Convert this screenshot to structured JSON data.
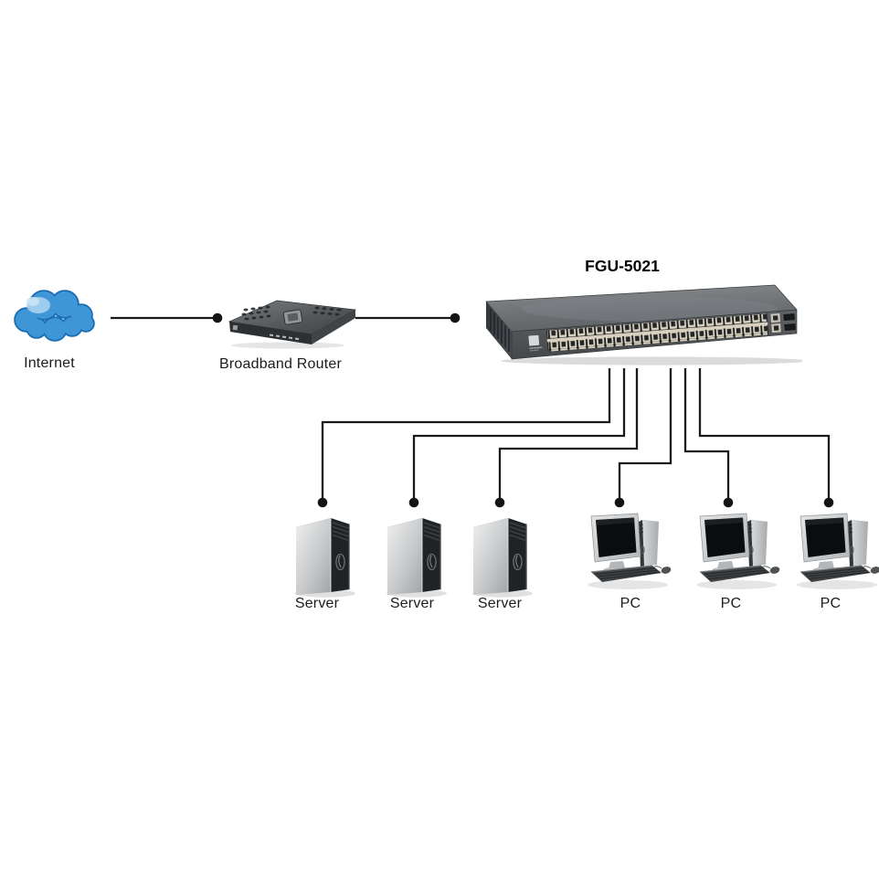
{
  "diagram": {
    "title": "FGU-5021",
    "internet": {
      "label": "Internet",
      "type": "cloud"
    },
    "router": {
      "label": "Broadband Router",
      "type": "broadband-router"
    },
    "switch": {
      "model": "FGU-5021",
      "type": "48-port-rack-switch"
    },
    "servers": [
      {
        "label": "Server"
      },
      {
        "label": "Server"
      },
      {
        "label": "Server"
      }
    ],
    "pcs": [
      {
        "label": "PC"
      },
      {
        "label": "PC"
      },
      {
        "label": "PC"
      }
    ],
    "connections": [
      {
        "from": "internet",
        "to": "broadband-router"
      },
      {
        "from": "broadband-router",
        "to": "fgu-5021-switch"
      },
      {
        "from": "fgu-5021-switch",
        "to": "server-1"
      },
      {
        "from": "fgu-5021-switch",
        "to": "server-2"
      },
      {
        "from": "fgu-5021-switch",
        "to": "server-3"
      },
      {
        "from": "fgu-5021-switch",
        "to": "pc-1"
      },
      {
        "from": "fgu-5021-switch",
        "to": "pc-2"
      },
      {
        "from": "fgu-5021-switch",
        "to": "pc-3"
      }
    ],
    "colors": {
      "background": "#ffffff",
      "connector": "#1a1a1a",
      "cloud_blue": "#3e96d6",
      "cloud_outline": "#1a6db4",
      "cloud_highlight": "#a8d2ef",
      "switch_top_gray": "#73777a",
      "switch_front_gray": "#54585b",
      "port_beige": "#d9d2c0",
      "device_silver": "#c9ccce"
    }
  }
}
